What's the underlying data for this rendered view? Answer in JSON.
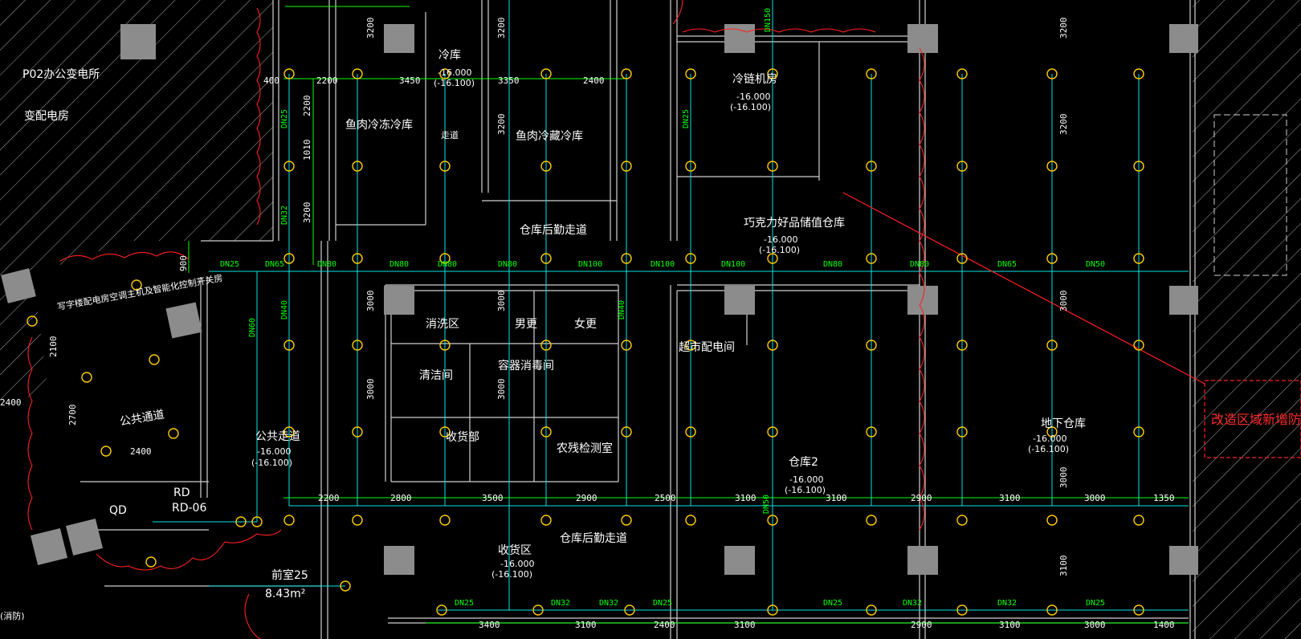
{
  "drawing": {
    "rooms": [
      {
        "key": "p02",
        "text": "P02办公变电所"
      },
      {
        "key": "bdr",
        "text": "变配电房"
      },
      {
        "key": "lk",
        "text": "冷库"
      },
      {
        "key": "lk_e1",
        "text": "-16.000"
      },
      {
        "key": "lk_e2",
        "text": "(-16.100)"
      },
      {
        "key": "zhou",
        "text": "走道"
      },
      {
        "key": "xiaolp",
        "text": "鱼肉冷冻冷库"
      },
      {
        "key": "yr2",
        "text": "鱼肉冷藏冷库"
      },
      {
        "key": "lljf",
        "text": "冷链机房"
      },
      {
        "key": "lljf_e1",
        "text": "-16.000"
      },
      {
        "key": "lljf_e2",
        "text": "(-16.100)"
      },
      {
        "key": "ckhqzd1",
        "text": "仓库后勤走道"
      },
      {
        "key": "qkl",
        "text": "巧克力好品储值仓库"
      },
      {
        "key": "qkl_e1",
        "text": "-16.000"
      },
      {
        "key": "qkl_e2",
        "text": "(-16.100)"
      },
      {
        "key": "mj",
        "text": "写字楼配电房空调主机及智能化控制开关房"
      },
      {
        "key": "xsq",
        "text": "消洗区"
      },
      {
        "key": "ng",
        "text": "男更"
      },
      {
        "key": "ng2",
        "text": "女更"
      },
      {
        "key": "jj",
        "text": "清洁间"
      },
      {
        "key": "xd",
        "text": "容器消毒间"
      },
      {
        "key": "csdj",
        "text": "超市配电间"
      },
      {
        "key": "ggtd",
        "text": "公共通道"
      },
      {
        "key": "ggzd",
        "text": "公共走道"
      },
      {
        "key": "ggzd_e1",
        "text": "-16.000"
      },
      {
        "key": "ggzd_e2",
        "text": "(-16.100)"
      },
      {
        "key": "shb",
        "text": "收货部"
      },
      {
        "key": "nc",
        "text": "农残检测室"
      },
      {
        "key": "ck2",
        "text": "仓库2"
      },
      {
        "key": "ck2_e1",
        "text": "-16.000"
      },
      {
        "key": "ck2_e2",
        "text": "(-16.100)"
      },
      {
        "key": "dxck",
        "text": "地下仓库"
      },
      {
        "key": "dxck_e1",
        "text": "-16.000"
      },
      {
        "key": "dxck_e2",
        "text": "(-16.100)"
      },
      {
        "key": "ckhqzd2",
        "text": "仓库后勤走道"
      },
      {
        "key": "shq",
        "text": "收货区"
      },
      {
        "key": "shq_e1",
        "text": "-16.000"
      },
      {
        "key": "shq_e2",
        "text": "(-16.100)"
      },
      {
        "key": "qs",
        "text": "前室25"
      },
      {
        "key": "area",
        "text": "8.43m²"
      },
      {
        "key": "qd",
        "text": "QD"
      },
      {
        "key": "rd",
        "text": "RD"
      },
      {
        "key": "rd06",
        "text": "RD-06"
      },
      {
        "key": "ys",
        "text": "(消防)"
      }
    ],
    "note": "改造区域新增防火",
    "dims_row_y305_top": [
      "2200",
      "3450",
      "3350",
      "2400"
    ],
    "dims_row_bottom1": [
      "2200",
      "2800",
      "3500",
      "2900",
      "2500",
      "3100",
      "3100",
      "2900",
      "3100",
      "3000",
      "1350"
    ],
    "dims_row_bottom2": [
      "3400",
      "3100",
      "2400",
      "3100",
      "2900",
      "3100",
      "3000",
      "1400"
    ],
    "dims_vertical": [
      "3200",
      "3200",
      "3200",
      "3200",
      "3000",
      "3000",
      "3000",
      "3000",
      "3000",
      "3000",
      "3100",
      "1010",
      "3200",
      "2200",
      "3200",
      "2100",
      "2700",
      "2400",
      "900",
      "400",
      "2400"
    ],
    "main_pipe_labels": [
      "DN25",
      "DN65",
      "DN80",
      "DN80",
      "DN80",
      "DN80",
      "DN100",
      "DN100",
      "DN100",
      "DN80",
      "DN80",
      "DN65",
      "DN50"
    ],
    "bottom_pipe_labels": [
      "DN25",
      "DN32",
      "DN32",
      "DN25",
      "DN25",
      "DN32",
      "DN32",
      "DN25"
    ],
    "branch_pipe_labels": [
      "DN25",
      "DN32",
      "DN40",
      "DN50",
      "DN150",
      "DN60",
      "DN40",
      "DN25"
    ]
  }
}
